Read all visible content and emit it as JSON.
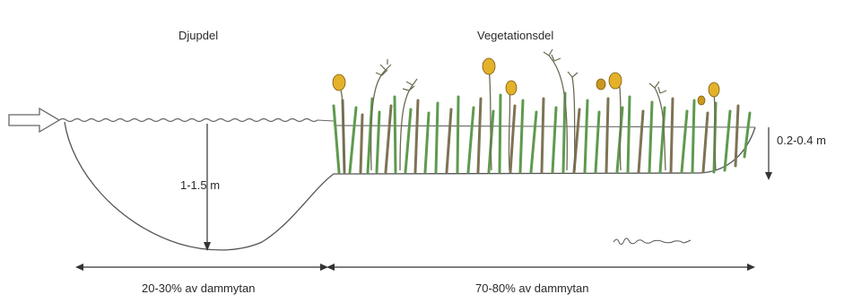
{
  "sections": {
    "deep": {
      "title": "Djupdel",
      "depth": "1-1.5 m",
      "share": "20-30% av dammytan"
    },
    "vegetation": {
      "title": "Vegetationsdel",
      "depth": "0.2-0.4 m",
      "share": "70-80% av dammytan"
    }
  },
  "colors": {
    "outline": "#555555",
    "reed_green": "#5e9a4e",
    "reed_brown": "#7d7355",
    "flower_yellow": "#e3b12a"
  },
  "icons": {
    "inflow": "inflow-arrow-icon",
    "signature": "artist-signature"
  }
}
